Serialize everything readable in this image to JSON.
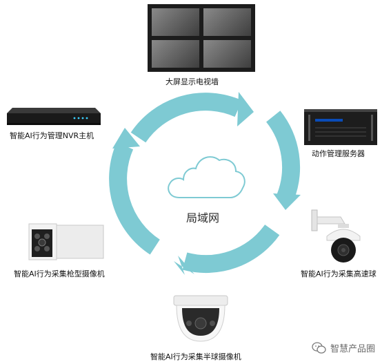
{
  "center": {
    "label": "局域网",
    "icon": "cloud-icon"
  },
  "devices": {
    "video_wall": {
      "label": "大屏显示电视墙",
      "icon": "video-wall-icon"
    },
    "action_server": {
      "label": "动作管理服务器",
      "icon": "rack-server-icon"
    },
    "speed_dome": {
      "label": "智能AI行为采集高速球",
      "icon": "speed-dome-camera-icon"
    },
    "half_dome": {
      "label": "智能AI行为采集半球摄像机",
      "icon": "dome-camera-icon"
    },
    "bullet_cam": {
      "label": "智能AI行为采集枪型摄像机",
      "icon": "bullet-camera-icon"
    },
    "nvr": {
      "label": "智能AI行为管理NVR主机",
      "icon": "nvr-icon"
    }
  },
  "watermark": {
    "text": "智慧产品圈",
    "icon": "wechat-icon"
  },
  "colors": {
    "ring": "#7ecad3",
    "cloud_stroke": "#7ecad3"
  }
}
